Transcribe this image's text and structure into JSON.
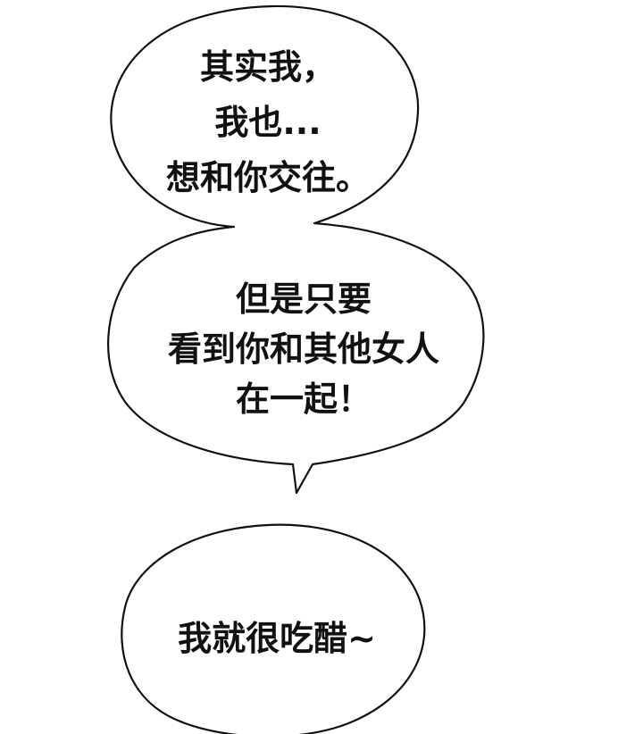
{
  "bubbles": [
    {
      "lines": [
        "其实我，",
        "我也...",
        "想和你交往。"
      ]
    },
    {
      "lines": [
        "但是只要",
        "看到你和其他女人",
        "在一起！"
      ]
    },
    {
      "lines": [
        "我就很吃醋~"
      ]
    }
  ],
  "colors": {
    "ink": "#111111",
    "paper": "#ffffff"
  }
}
